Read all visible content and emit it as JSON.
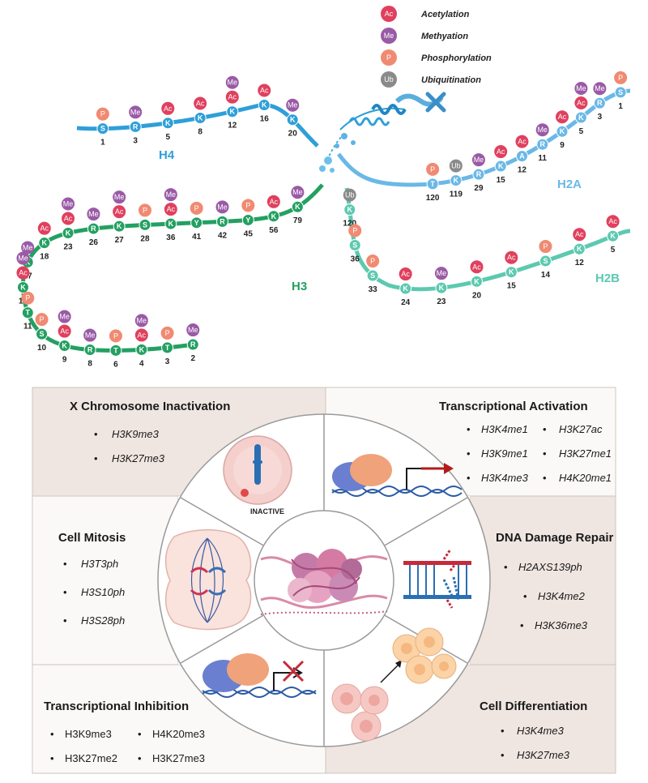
{
  "legend": [
    {
      "abbr": "Ac",
      "label": "Acetylation",
      "color": "#e0405e"
    },
    {
      "abbr": "Me",
      "label": "Methyation",
      "color": "#9a5aa6"
    },
    {
      "abbr": "P",
      "label": "Phosphorylation",
      "color": "#f08a72"
    },
    {
      "abbr": "Ub",
      "label": "Ubiquitination",
      "color": "#8a8a8a"
    }
  ],
  "histones": {
    "H4": {
      "label": "H4",
      "color": "#2e9fd8",
      "residues": [
        {
          "aa": "S",
          "pos": "1",
          "marks": [
            "P"
          ]
        },
        {
          "aa": "R",
          "pos": "3",
          "marks": [
            "Me"
          ]
        },
        {
          "aa": "K",
          "pos": "5",
          "marks": [
            "Ac"
          ]
        },
        {
          "aa": "K",
          "pos": "8",
          "marks": [
            "Ac"
          ]
        },
        {
          "aa": "K",
          "pos": "12",
          "marks": [
            "Ac",
            "Me"
          ]
        },
        {
          "aa": "K",
          "pos": "16",
          "marks": [
            "Ac"
          ]
        },
        {
          "aa": "K",
          "pos": "20",
          "marks": [
            "Me"
          ]
        }
      ]
    },
    "H2A": {
      "label": "H2A",
      "color": "#6ab8e6",
      "residues": [
        {
          "aa": "T",
          "pos": "120",
          "marks": [
            "P"
          ]
        },
        {
          "aa": "K",
          "pos": "119",
          "marks": [
            "Ub"
          ]
        },
        {
          "aa": "R",
          "pos": "29",
          "marks": [
            "Me"
          ]
        },
        {
          "aa": "K",
          "pos": "15",
          "marks": [
            "Ac"
          ]
        },
        {
          "aa": "A",
          "pos": "12",
          "marks": [
            "Ac"
          ]
        },
        {
          "aa": "R",
          "pos": "11",
          "marks": [
            "Me"
          ]
        },
        {
          "aa": "K",
          "pos": "9",
          "marks": [
            "Ac"
          ]
        },
        {
          "aa": "K",
          "pos": "5",
          "marks": [
            "Ac",
            "Me"
          ]
        },
        {
          "aa": "R",
          "pos": "3",
          "marks": [
            "Me"
          ]
        },
        {
          "aa": "S",
          "pos": "1",
          "marks": [
            "P"
          ]
        }
      ]
    },
    "H3": {
      "label": "H3",
      "color": "#23a062",
      "residues": [
        {
          "aa": "K",
          "pos": "79",
          "marks": [
            "Me"
          ]
        },
        {
          "aa": "K",
          "pos": "56",
          "marks": [
            "Ac"
          ]
        },
        {
          "aa": "Y",
          "pos": "45",
          "marks": [
            "P"
          ]
        },
        {
          "aa": "R",
          "pos": "42",
          "marks": [
            "Me"
          ]
        },
        {
          "aa": "Y",
          "pos": "41",
          "marks": [
            "P"
          ]
        },
        {
          "aa": "K",
          "pos": "36",
          "marks": [
            "Ac",
            "Me"
          ]
        },
        {
          "aa": "S",
          "pos": "28",
          "marks": [
            "P"
          ]
        },
        {
          "aa": "K",
          "pos": "27",
          "marks": [
            "Ac",
            "Me"
          ]
        },
        {
          "aa": "R",
          "pos": "26",
          "marks": [
            "Me"
          ]
        },
        {
          "aa": "K",
          "pos": "23",
          "marks": [
            "Ac",
            "Me"
          ]
        },
        {
          "aa": "K",
          "pos": "18",
          "marks": [
            "Ac"
          ]
        },
        {
          "aa": "K",
          "pos": "17",
          "marks": [
            "Me"
          ]
        },
        {
          "aa": "K",
          "pos": "14",
          "marks": [
            "Ac",
            "Me"
          ]
        },
        {
          "aa": "T",
          "pos": "11",
          "marks": [
            "P"
          ]
        },
        {
          "aa": "S",
          "pos": "10",
          "marks": [
            "P"
          ]
        },
        {
          "aa": "K",
          "pos": "9",
          "marks": [
            "Ac",
            "Me"
          ]
        },
        {
          "aa": "R",
          "pos": "8",
          "marks": [
            "Me"
          ]
        },
        {
          "aa": "T",
          "pos": "6",
          "marks": [
            "P"
          ]
        },
        {
          "aa": "K",
          "pos": "4",
          "marks": [
            "Ac",
            "Me"
          ]
        },
        {
          "aa": "T",
          "pos": "3",
          "marks": [
            "P"
          ]
        },
        {
          "aa": "R",
          "pos": "2",
          "marks": [
            "Me"
          ]
        }
      ]
    },
    "H2B": {
      "label": "H2B",
      "color": "#5cc9b0",
      "residues": [
        {
          "aa": "K",
          "pos": "120",
          "marks": [
            "Ub"
          ]
        },
        {
          "aa": "S",
          "pos": "36",
          "marks": [
            "P"
          ]
        },
        {
          "aa": "S",
          "pos": "33",
          "marks": [
            "P"
          ]
        },
        {
          "aa": "K",
          "pos": "24",
          "marks": [
            "Ac"
          ]
        },
        {
          "aa": "K",
          "pos": "23",
          "marks": [
            "Me"
          ]
        },
        {
          "aa": "K",
          "pos": "20",
          "marks": [
            "Ac"
          ]
        },
        {
          "aa": "K",
          "pos": "15",
          "marks": [
            "Ac"
          ]
        },
        {
          "aa": "S",
          "pos": "14",
          "marks": [
            "P"
          ]
        },
        {
          "aa": "K",
          "pos": "12",
          "marks": [
            "Ac"
          ]
        },
        {
          "aa": "K",
          "pos": "5",
          "marks": [
            "Ac"
          ]
        }
      ]
    }
  },
  "panels": {
    "x_inactivation": {
      "title": "X Chromosome Inactivation",
      "items": [
        "H3K9me3",
        "H3K27me3"
      ]
    },
    "transcriptional_activation": {
      "title": "Transcriptional Activation",
      "items": [
        "H3K4me1",
        "H3K27ac",
        "H3K9me1",
        "H3K27me1",
        "H3K4me3",
        "H4K20me1"
      ]
    },
    "cell_mitosis": {
      "title": "Cell Mitosis",
      "items": [
        "H3T3ph",
        "H3S10ph",
        "H3S28ph"
      ]
    },
    "dna_damage_repair": {
      "title": "DNA Damage Repair",
      "items": [
        "H2AXS139ph",
        "H3K4me2",
        "H3K36me3"
      ]
    },
    "transcriptional_inhibition": {
      "title": "Transcriptional Inhibition",
      "items": [
        "H3K9me3",
        "H4K20me3",
        "H3K27me2",
        "H3K27me3"
      ]
    },
    "cell_differentiation": {
      "title": "Cell Differentiation",
      "items": [
        "H3K4me3",
        "H3K27me3"
      ]
    }
  },
  "inactive_label": "INACTIVE",
  "bullet": "•"
}
